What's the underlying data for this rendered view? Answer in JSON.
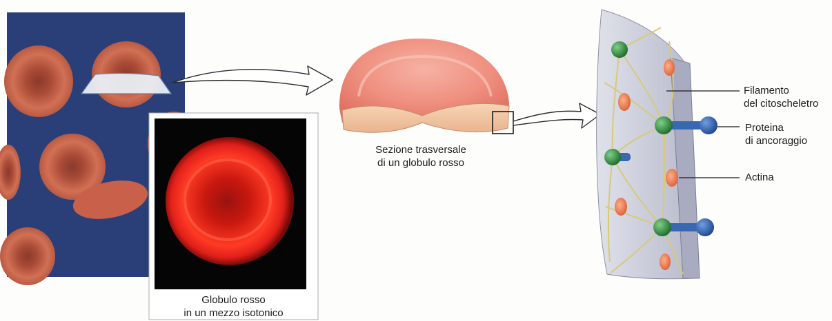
{
  "panels": {
    "photo_caption": [
      "Globulo rosso",
      "in un mezzo isotonico"
    ],
    "cross_section_caption": [
      "Sezione trasversale",
      "di un globulo rosso"
    ]
  },
  "labels": {
    "filament": [
      "Filamento",
      "del citoscheletro"
    ],
    "anchor_protein": [
      "Proteina",
      "di ancoraggio"
    ],
    "actin": "Actina"
  },
  "colors": {
    "background_blue": "#2a3f78",
    "rbc_red": "#c8604a",
    "micrograph_red": "#e8201a",
    "anchor_protein_blue": "#2f5fa8",
    "filament_node_green": "#2f8a3c",
    "actin_orange": "#e86a3c",
    "membrane_gray": "#c9cbd8"
  }
}
